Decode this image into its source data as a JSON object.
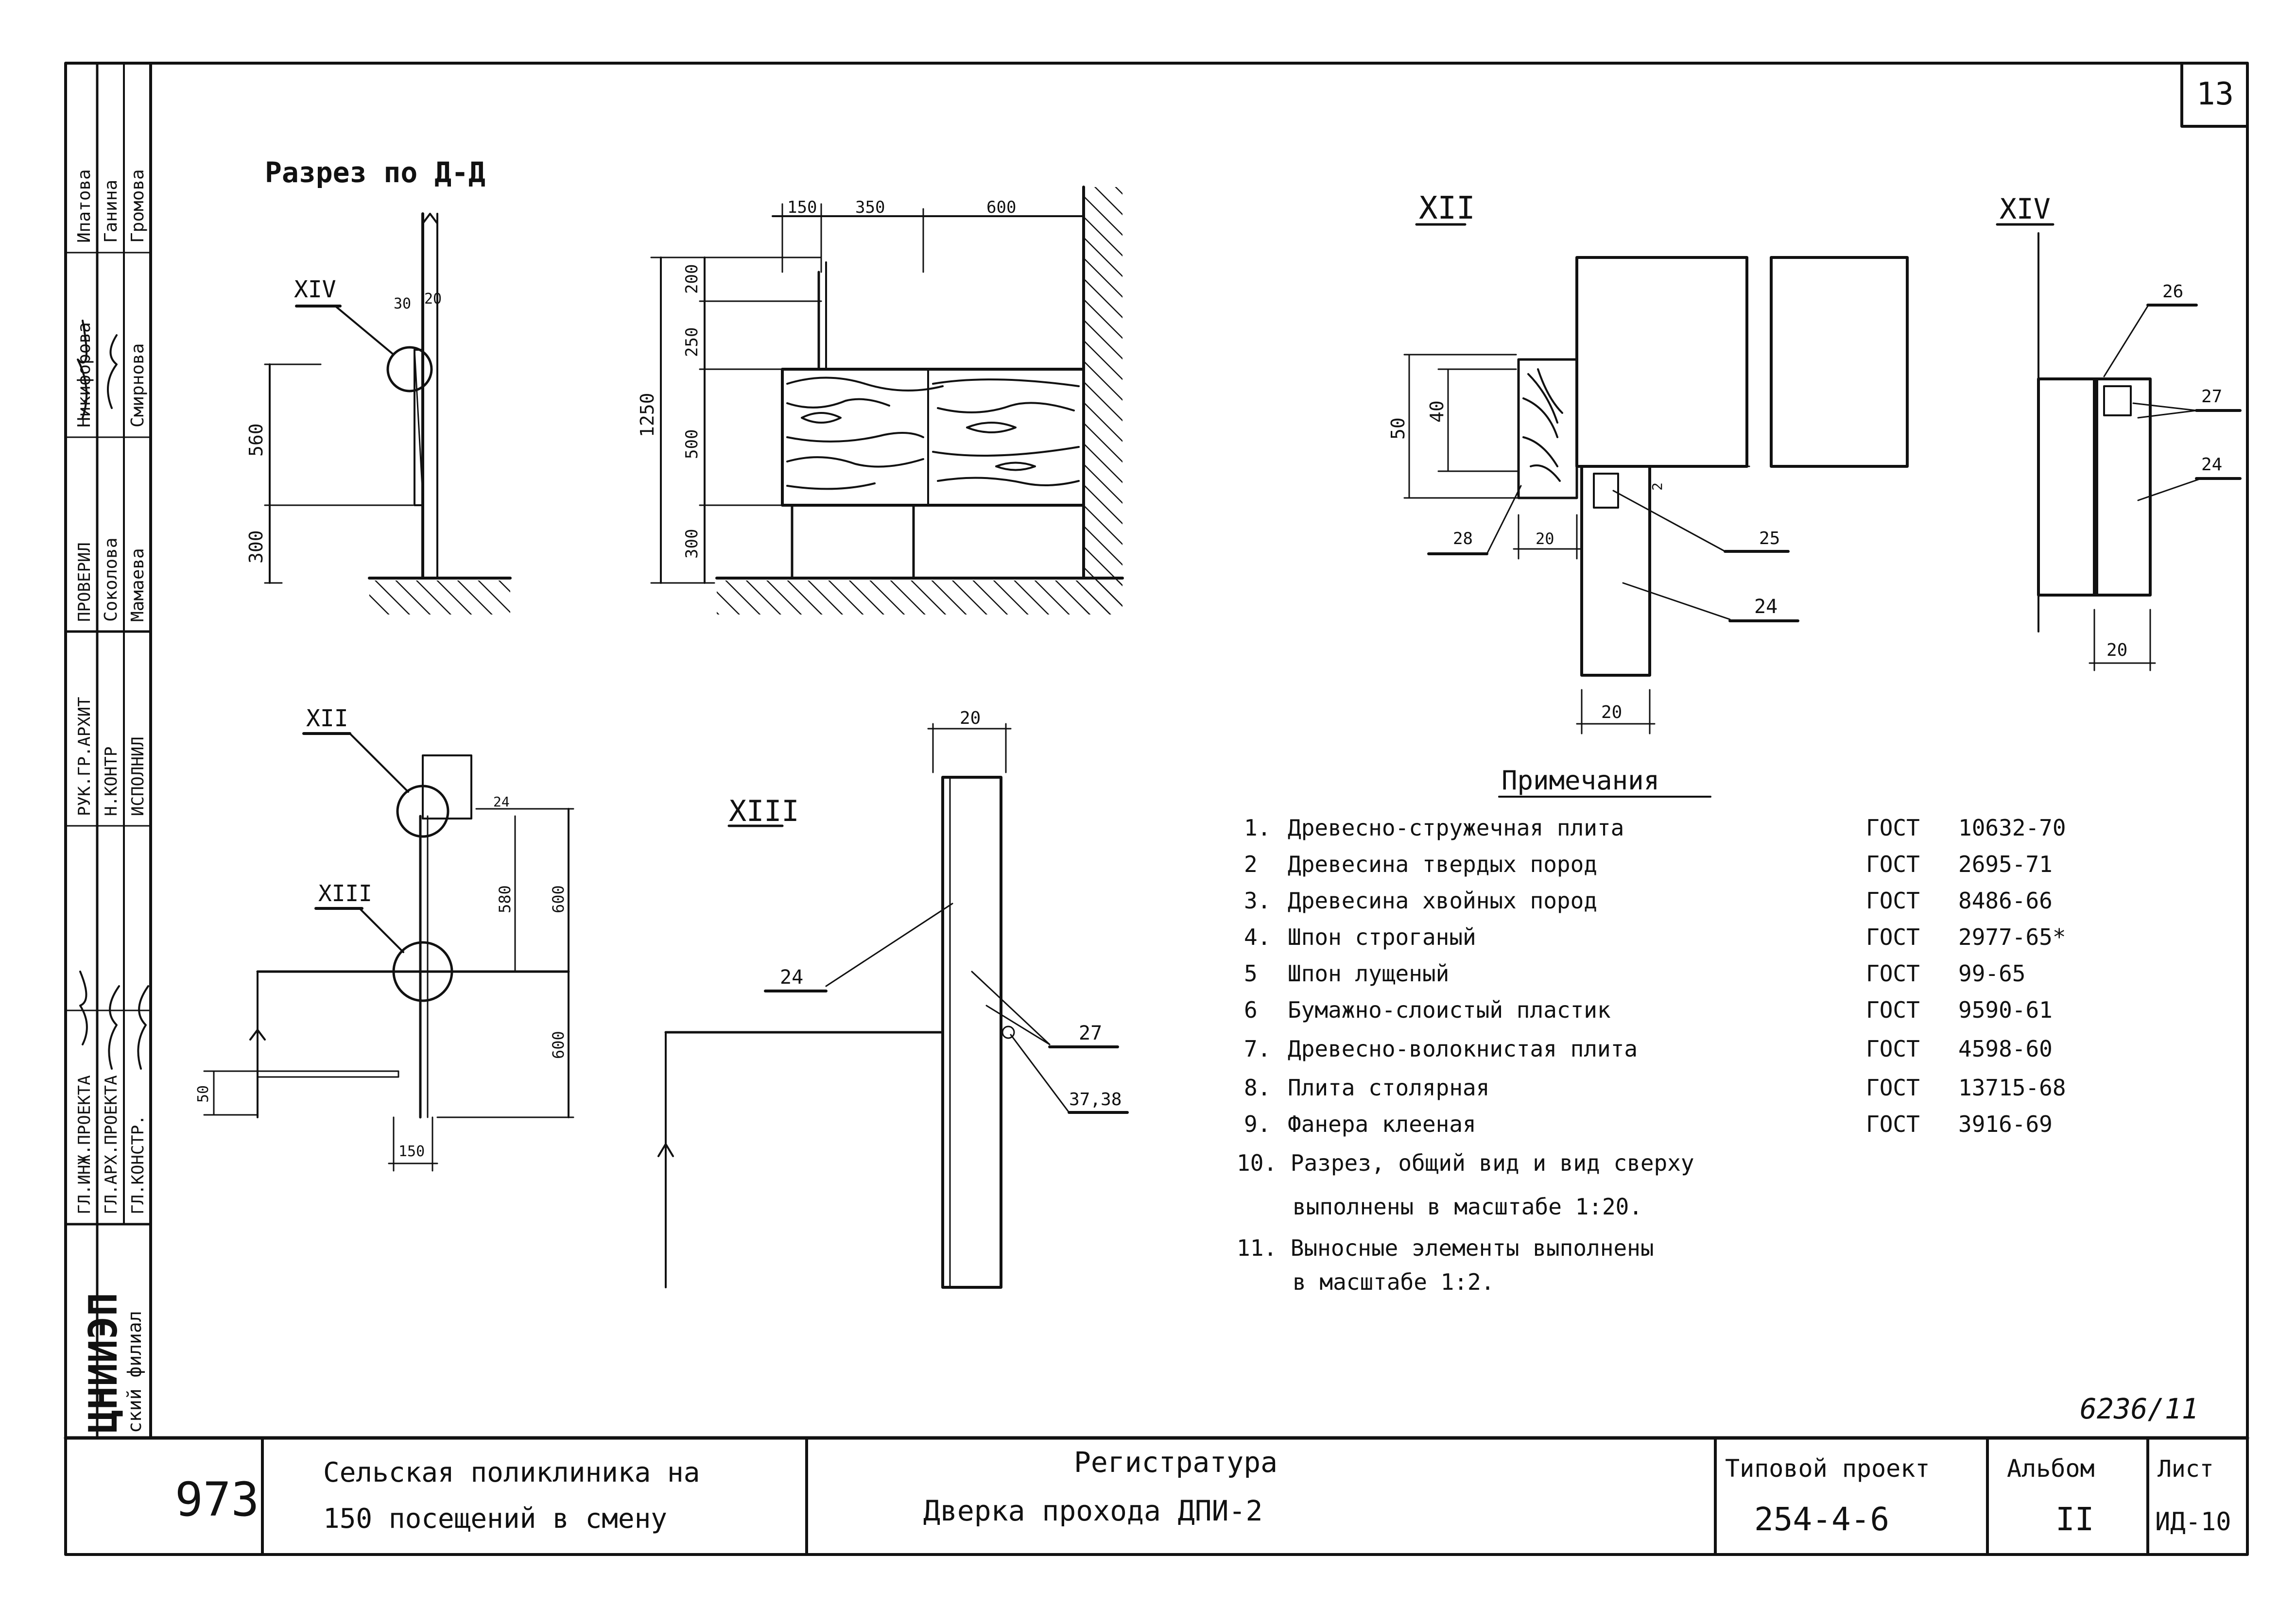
{
  "page_number": "13",
  "views": {
    "section_dd": "Разрез по Д-Д",
    "view_xii": "XII",
    "view_xiv": "XIV",
    "view_xiii": "XIII",
    "callout_xiv": "XIV",
    "callout_xii": "XII",
    "callout_xiii": "XIII"
  },
  "dimensions": {
    "dd_dims": [
      "560",
      "300",
      "30",
      "20"
    ],
    "elev_dims": [
      "150",
      "350",
      "600",
      "1250",
      "200",
      "250",
      "500",
      "300"
    ],
    "plan_dims": [
      "24",
      "580",
      "600",
      "600",
      "150",
      "50"
    ],
    "xii_dims": [
      "50",
      "40",
      "28",
      "20",
      "25",
      "2",
      "24",
      "20"
    ],
    "xiv_dims": [
      "26",
      "27",
      "24",
      "20"
    ],
    "xiii_dims": [
      "20",
      "24",
      "27",
      "37,38"
    ]
  },
  "notes": {
    "title": "Примечания",
    "items": [
      {
        "num": "1.",
        "text": "Древесно-стружечная плита",
        "std": "ГОСТ",
        "code": "10632-70"
      },
      {
        "num": "2",
        "text": "Древесина твердых пород",
        "std": "ГОСТ",
        "code": "2695-71"
      },
      {
        "num": "3.",
        "text": "Древесина хвойных пород",
        "std": "ГОСТ",
        "code": "8486-66"
      },
      {
        "num": "4.",
        "text": "Шпон строганый",
        "std": "ГОСТ",
        "code": "2977-65*"
      },
      {
        "num": "5",
        "text": "Шпон лущеный",
        "std": "ГОСТ",
        "code": "99-65"
      },
      {
        "num": "6",
        "text": "Бумажно-слоистый пластик",
        "std": "ГОСТ",
        "code": "9590-61"
      },
      {
        "num": "7.",
        "text": "Древесно-волокнистая плита",
        "std": "ГОСТ",
        "code": "4598-60"
      },
      {
        "num": "8.",
        "text": "Плита столярная",
        "std": "ГОСТ",
        "code": "13715-68"
      },
      {
        "num": "9.",
        "text": "Фанера клееная",
        "std": "ГОСТ",
        "code": "3916-69"
      }
    ],
    "note10_line1": "10. Разрез, общий вид и вид сверху",
    "note10_line2": "выполнены в масштабе 1:20.",
    "note11_line1": "11. Выносные элементы выполнены",
    "note11_line2": "в масштабе 1:2."
  },
  "sheet_ref": "6236/11",
  "title_block": {
    "number": "973",
    "project_line1": "Сельская поликлиника на",
    "project_line2": "150 посещений в смену",
    "drawing_line1": "Регистратура",
    "drawing_line2": "Дверка прохода ДПИ-2",
    "type_label": "Типовой проект",
    "type_value": "254-4-6",
    "album_label": "Альбом",
    "album_value": "II",
    "sheet_label": "Лист",
    "sheet_value": "ИД-10"
  },
  "side_stamp": {
    "org_line1": "ЦНИИЭП",
    "org_line2": "ский филиал",
    "roles": [
      "ГЛ.ИНЖ.ПРОЕКТА",
      "ГЛ.АРХ.ПРОЕКТА",
      "ГЛ.КОНСТР.",
      "РУК.ГР.АРХИТ",
      "Н.КОНТР",
      "ИСПОЛНИЛ",
      "ПРОВЕРИЛ"
    ],
    "names": [
      "Ипатова",
      "Ганина",
      "Никифорова",
      "Соколова",
      "Мамаева",
      "Смирнова",
      "Громова"
    ]
  }
}
